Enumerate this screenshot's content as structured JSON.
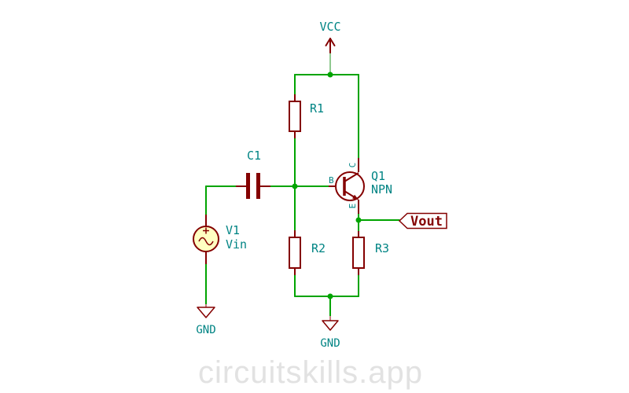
{
  "colors": {
    "wire": "#00A400",
    "symbol": "#840000",
    "symbol_fill": "#FFFFC2",
    "body_fill": "#FFFFFF",
    "text": "#008484",
    "net_label": "#840000",
    "power_pin_stub": "#8FC98F",
    "gnd_pin_stub": "#C08080",
    "watermark": "#E2E2E2",
    "background": "#FFFFFF"
  },
  "power": {
    "vcc": {
      "label": "VCC"
    },
    "gnd_left": {
      "label": "GND"
    },
    "gnd_bottom": {
      "label": "GND"
    }
  },
  "components": {
    "r1": {
      "ref": "R1"
    },
    "r2": {
      "ref": "R2"
    },
    "r3": {
      "ref": "R3"
    },
    "c1": {
      "ref": "C1"
    },
    "v1": {
      "ref": "V1",
      "value": "Vin"
    },
    "q1": {
      "ref": "Q1",
      "value": "NPN",
      "pin_c": "C",
      "pin_b": "B",
      "pin_e": "E"
    }
  },
  "net_labels": {
    "vout": "Vout"
  },
  "watermark": {
    "text": "circuitskills.app"
  }
}
